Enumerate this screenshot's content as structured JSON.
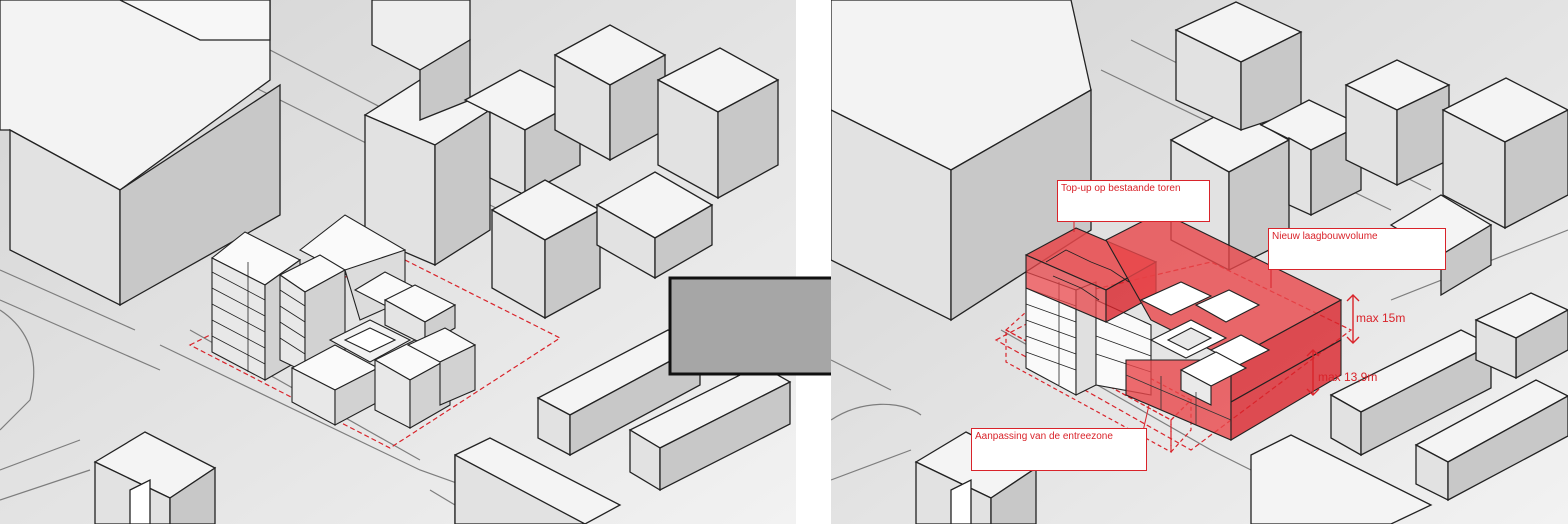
{
  "annotations": {
    "top_up": "Top-up op bestaande toren",
    "new_volume": "Nieuw laagbouwvolume",
    "entrance": "Aanpassing van de entreezone",
    "max_upper": "max 15m",
    "max_lower": "max 13,9m"
  },
  "colors": {
    "accent": "#d9232a",
    "highlight_fill": "#e8464a",
    "arrow_fill": "#a6a6a6",
    "building_top": "#f6f6f6",
    "building_left": "#dcdcdc",
    "building_right": "#c9c9c9",
    "ground": "#e9e9e9"
  },
  "icons": {
    "transition": "arrow-right-icon"
  }
}
